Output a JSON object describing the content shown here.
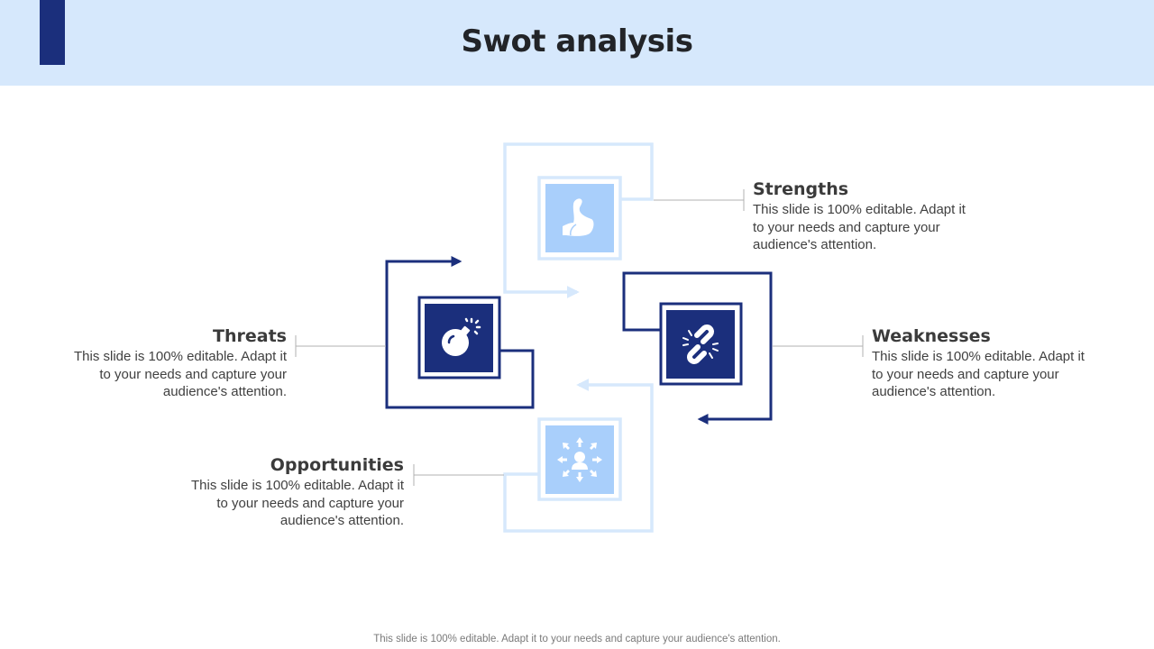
{
  "header": {
    "title": "Swot analysis",
    "accent_color": "#1b2f7c",
    "band_color": "#d6e8fc"
  },
  "colors": {
    "dark_blue": "#1b2f7c",
    "light_blue": "#a9cffb",
    "pale_blue": "#d6e8fc",
    "connector_gray": "#b0b0b0"
  },
  "swot": {
    "strengths": {
      "title": "Strengths",
      "text": "This slide is 100% editable. Adapt it to your needs and capture your audience's attention.",
      "icon": "flexed-bicep-icon"
    },
    "weaknesses": {
      "title": "Weaknesses",
      "text": "This slide is 100% editable. Adapt it to your needs and capture your audience's attention.",
      "icon": "broken-link-icon"
    },
    "opportunities": {
      "title": "Opportunities",
      "text": "This slide is 100% editable. Adapt it to your needs and capture your audience's attention.",
      "icon": "person-expanding-arrows-icon"
    },
    "threats": {
      "title": "Threats",
      "text": "This slide is 100% editable. Adapt it to your needs and capture your audience's attention.",
      "icon": "bomb-icon"
    }
  },
  "footer": {
    "note": "This slide is 100% editable. Adapt it to your needs and capture your audience's attention."
  }
}
